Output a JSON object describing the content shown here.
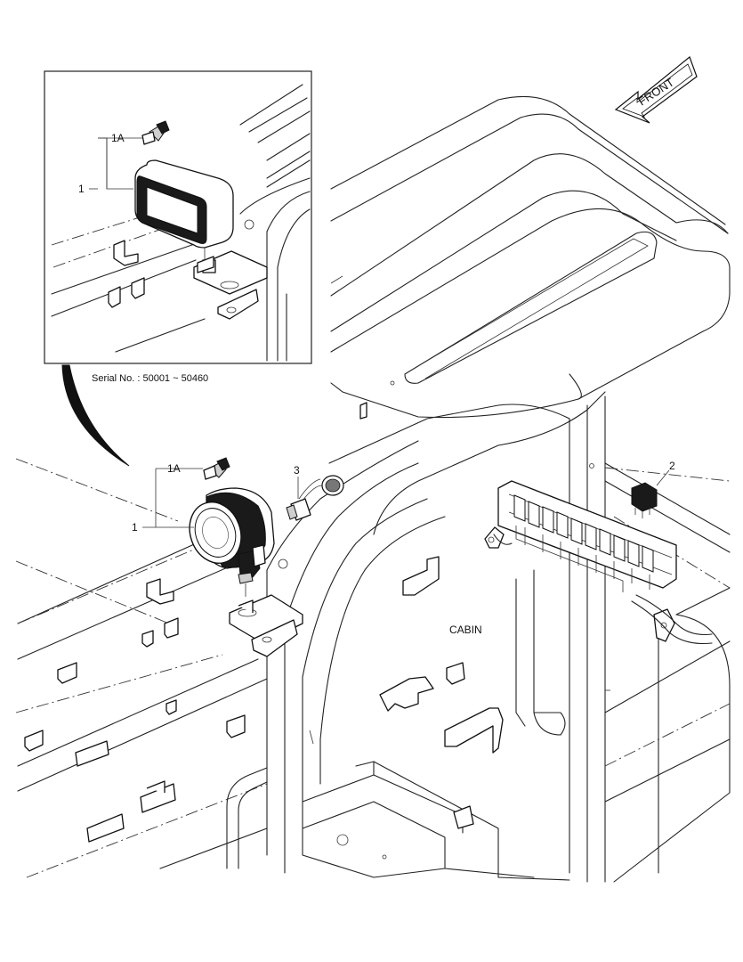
{
  "diagram": {
    "front_label": "FRONT",
    "serial_note": "Serial No. : 50001 ~ 50460",
    "area_label": "CABIN",
    "callouts": {
      "inset_part_1": "1",
      "inset_part_1a": "1A",
      "main_part_1": "1",
      "main_part_1a": "1A",
      "part_2": "2",
      "part_3": "3"
    }
  }
}
